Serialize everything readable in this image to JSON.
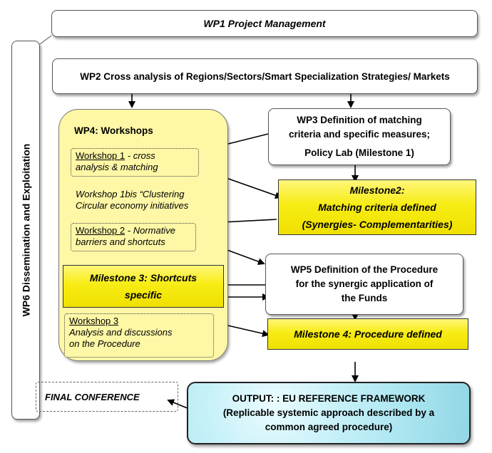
{
  "wp1": {
    "title": "WP1 Project Management"
  },
  "wp6": {
    "title": "WP6 Dissemination and Exploitation"
  },
  "wp2": {
    "title": "WP2 Cross analysis of Regions/Sectors/Smart Specialization Strategies/ Markets"
  },
  "wp4": {
    "title": "WP4: Workshops",
    "workshop1": {
      "label": "Workshop 1",
      "rest": " - cross",
      "line2": "analysis & matching"
    },
    "workshop1bis": {
      "line1": "Workshop  1bis  “Clustering",
      "line2": "Circular economy initiatives"
    },
    "workshop2": {
      "label": "Workshop 2",
      "rest": " - Normative",
      "line2": "barriers and shortcuts"
    },
    "workshop3": {
      "label": "Workshop 3",
      "line2": "Analysis   and   discussions",
      "line3": "on the Procedure"
    }
  },
  "wp3": {
    "line1": "WP3 Definition of matching",
    "line2": "criteria and specific measures;",
    "line3": "Policy Lab (Milestone 1)"
  },
  "milestone2": {
    "line1": "Milestone2:",
    "line2": "Matching criteria defined",
    "line3": "(Synergies- Complementarities)"
  },
  "milestone3": {
    "line1": "Milestone 3: Shortcuts",
    "line2": "specific"
  },
  "wp5": {
    "line1": "WP5 Definition of the Procedure",
    "line2": "for the synergic application of",
    "line3": "the Funds"
  },
  "milestone4": {
    "line1": "Milestone 4: Procedure defined"
  },
  "final_conference": {
    "label": "FINAL CONFERENCE"
  },
  "output": {
    "line1": "OUTPUT: : EU REFERENCE FRAMEWORK",
    "line2": "(Replicable systemic approach described by a",
    "line3": "common agreed procedure)"
  },
  "colors": {
    "workshop_bg": "#fdf7a6",
    "milestone": "#f7ec14",
    "output_bg": "#c5f0f8"
  }
}
